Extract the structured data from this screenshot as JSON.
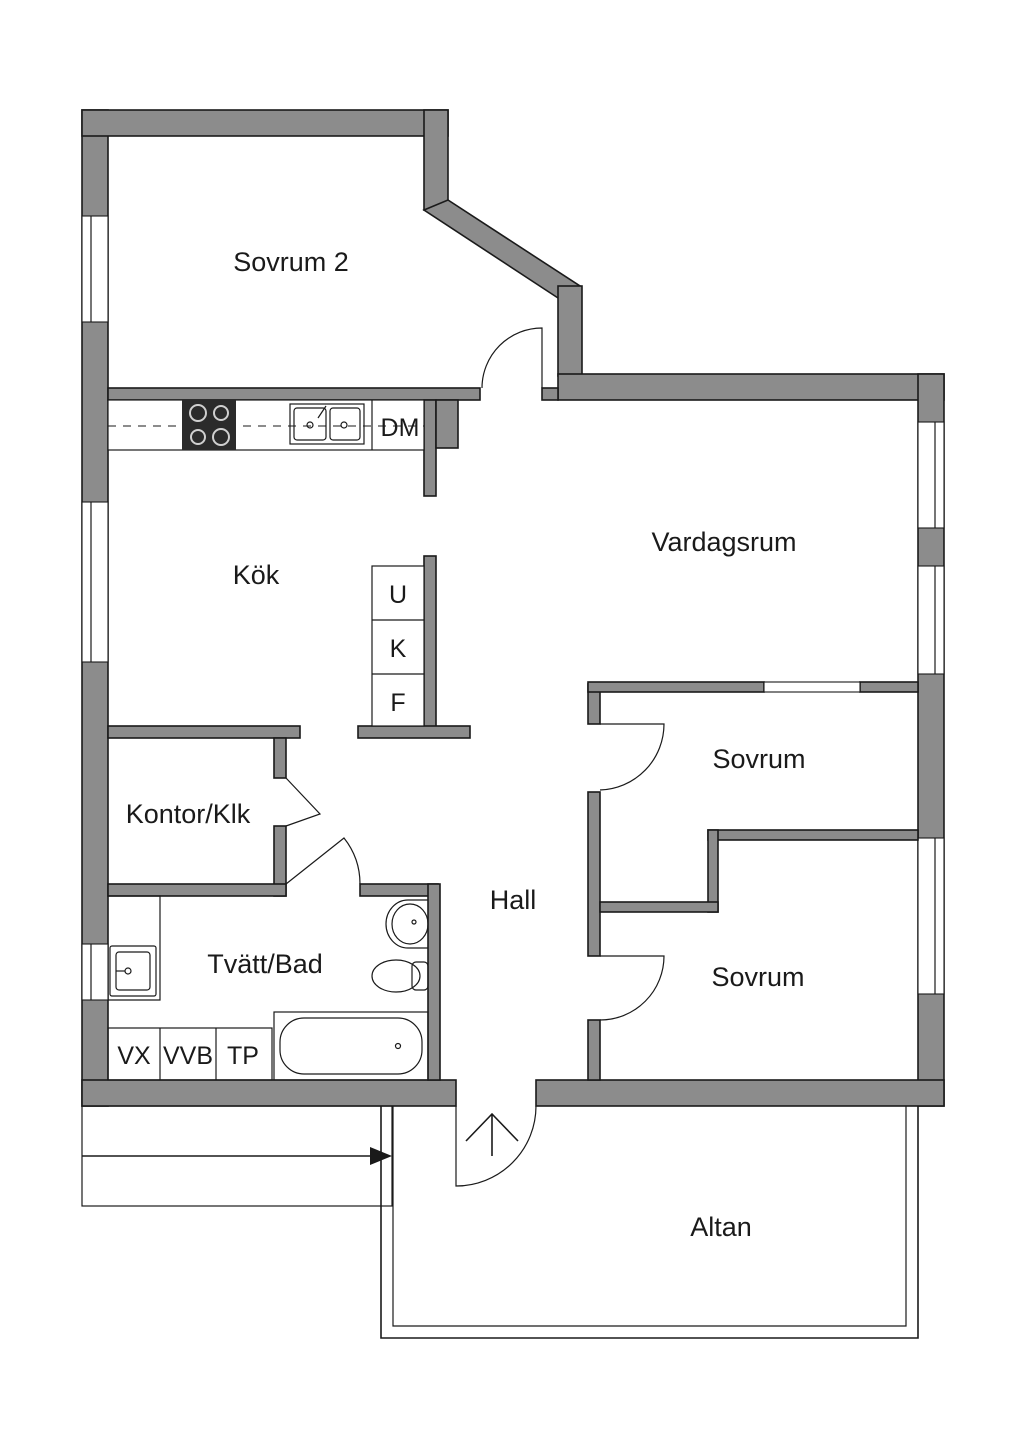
{
  "rooms": {
    "sovrum2": "Sovrum 2",
    "kok": "Kök",
    "vardagsrum": "Vardagsrum",
    "kontor": "Kontor/Klk",
    "tvatt_bad": "Tvätt/Bad",
    "hall": "Hall",
    "sovrum_a": "Sovrum",
    "sovrum_b": "Sovrum",
    "altan": "Altan"
  },
  "fixtures": {
    "dm": "DM",
    "u": "U",
    "k": "K",
    "f": "F",
    "vx": "VX",
    "vvb": "VVB",
    "tp": "TP"
  },
  "colors": {
    "wall": "#8c8c8c",
    "line": "#1a1a1a",
    "stove": "#2b2b2b"
  }
}
